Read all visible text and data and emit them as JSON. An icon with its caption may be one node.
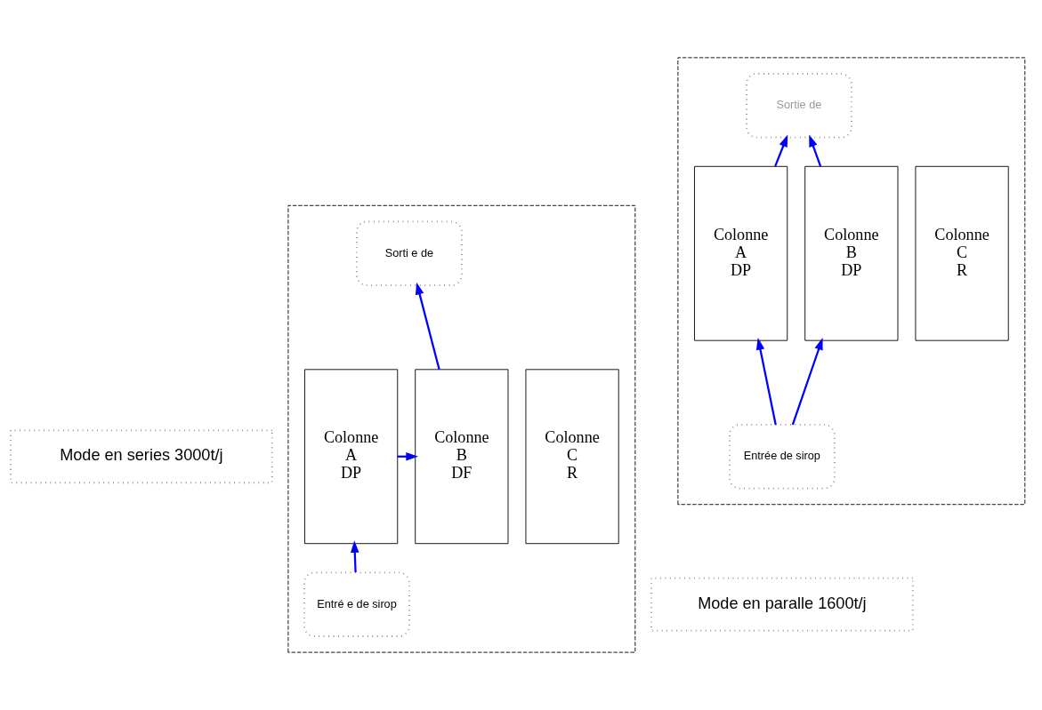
{
  "diagram": {
    "nodes": [
      {
        "text": [],
        "shape": "box"
      },
      {
        "text": [
          "Colonne",
          "A",
          "DP"
        ],
        "in": 0
      },
      {
        "text": [
          "Colonne",
          "B",
          "DF"
        ],
        "in": 0
      },
      {
        "text": [
          "Colonne",
          "C",
          "R"
        ],
        "in": 0
      },
      {
        "text": [
          "Entré e de sirop"
        ],
        "in": 0
      },
      {
        "text": [
          "Sorti e de"
        ],
        "in": 0
      },
      {
        "text": [],
        "shape": "box"
      },
      {
        "text": [
          "Sortie de"
        ],
        "in": 6
      },
      {
        "text": [
          "Colonne",
          "A",
          "DP"
        ],
        "in": 6
      },
      {
        "text": [
          "Colonne",
          "B",
          "DP"
        ],
        "in": 6
      },
      {
        "text": [
          "Colonne",
          "C",
          "R"
        ],
        "in": 6
      },
      {
        "text": [
          "Entrée de sirop"
        ],
        "in": 6
      },
      {
        "text": [
          "Mode en series 3000t/j"
        ]
      },
      {
        "text": [
          "Mode en paralle 1600t/j"
        ]
      }
    ],
    "edges": [
      {
        "from": 4,
        "to": 1,
        "arrow": "to"
      },
      {
        "from": 1,
        "to": 2,
        "arrow": "to"
      },
      {
        "from": 2,
        "to": 5,
        "arrow": "to"
      },
      {
        "from": 8,
        "to": 7,
        "arrow": "to"
      },
      {
        "from": 9,
        "to": 7,
        "arrow": "to"
      },
      {
        "from": 11,
        "to": 8,
        "arrow": "to"
      },
      {
        "from": 11,
        "to": 9,
        "arrow": "to"
      }
    ]
  }
}
